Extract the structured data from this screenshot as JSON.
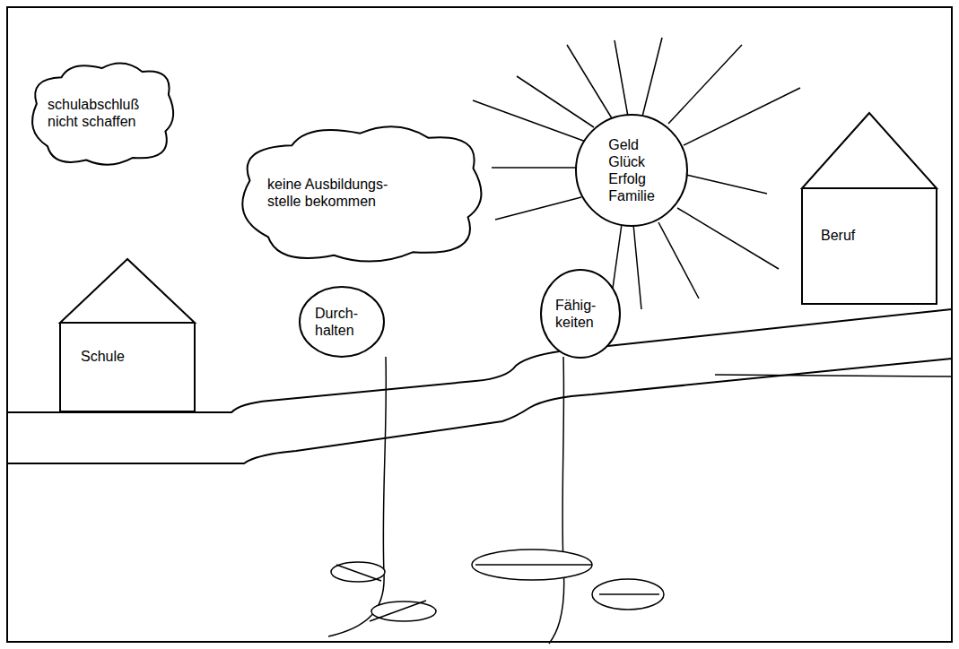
{
  "diagram": {
    "nodes": [
      {
        "text": [
          "schulabschluß nicht schaffen"
        ]
      },
      {
        "text": [
          "keine Ausbildungs- stelle bekommen"
        ]
      },
      {
        "text": [
          "Geld",
          "Glück",
          "Erfolg",
          "Familie"
        ]
      },
      {
        "text": [
          "Beruf"
        ]
      },
      {
        "text": [
          "Schule"
        ]
      },
      {
        "text": [
          "Durch- halten"
        ]
      },
      {
        "text": [
          "Fähig- keiten"
        ]
      }
    ]
  }
}
